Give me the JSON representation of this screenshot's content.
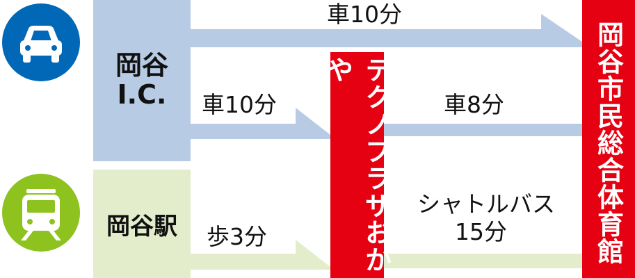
{
  "colors": {
    "blue_route": "#b8cbe5",
    "green_route": "#e3edcb",
    "red_box": "#e50012",
    "car_circle": "#0068b7",
    "train_circle": "#8dc21f"
  },
  "icons": {
    "car": "car-icon",
    "train": "train-icon"
  },
  "origins": {
    "ic": {
      "line1": "岡谷",
      "line2": "I.C."
    },
    "station": "岡谷駅"
  },
  "hub": "テクノプラザおかや",
  "destination": "岡谷市民総合体育館",
  "routes": {
    "ic_to_gym": "車10分",
    "ic_to_hub": "車10分",
    "hub_to_gym": "車8分",
    "station_to_hub": "歩3分",
    "hub_to_gym_bus_line1": "シャトルバス",
    "hub_to_gym_bus_line2": "15分"
  }
}
